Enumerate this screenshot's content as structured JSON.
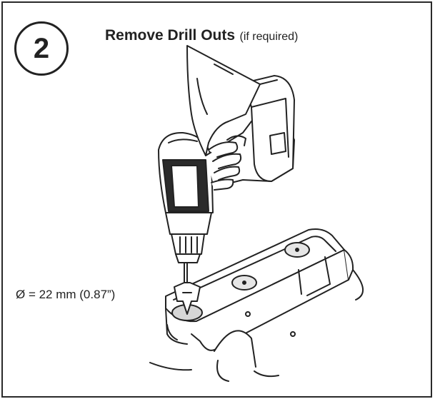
{
  "step": {
    "number": "2"
  },
  "heading": {
    "title": "Remove Drill Outs",
    "qualifier": "(if required)"
  },
  "callout": {
    "dimension": "Ø = 22 mm (0.87”)"
  },
  "illustration": {
    "subject": "hand-held-drill-with-spade-bit-over-base-unit",
    "colors": {
      "line": "#222222",
      "fill": "#ffffff",
      "hole": "#cfcfcf",
      "shade": "#e6e6e6"
    }
  }
}
